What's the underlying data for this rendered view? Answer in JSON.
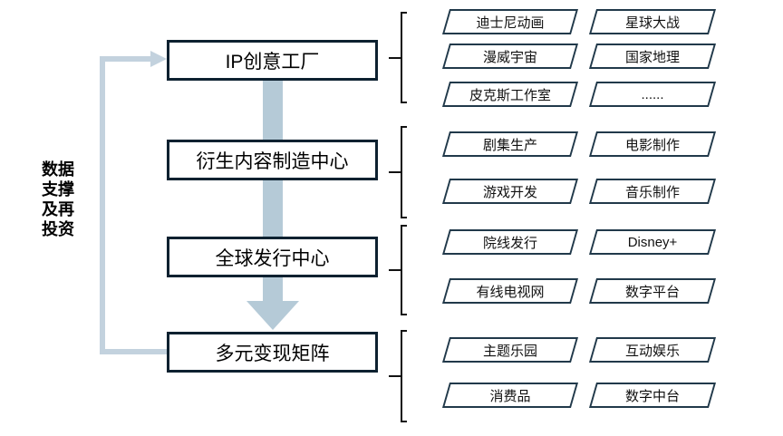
{
  "side_label": {
    "lines": [
      "数据",
      "支撑",
      "及再",
      "投资"
    ]
  },
  "stages": [
    {
      "title": "IP创意工厂",
      "items": [
        [
          "迪士尼动画",
          "星球大战"
        ],
        [
          "漫威宇宙",
          "国家地理"
        ],
        [
          "皮克斯工作室",
          "......"
        ]
      ]
    },
    {
      "title": "衍生内容制造中心",
      "items": [
        [
          "剧集生产",
          "电影制作"
        ],
        [
          "游戏开发",
          "音乐制作"
        ]
      ]
    },
    {
      "title": "全球发行中心",
      "items": [
        [
          "院线发行",
          "Disney+"
        ],
        [
          "有线电视网",
          "数字平台"
        ]
      ]
    },
    {
      "title": "多元变现矩阵",
      "items": [
        [
          "主题乐园",
          "互动娱乐"
        ],
        [
          "消费品",
          "数字中台"
        ]
      ]
    }
  ],
  "colors": {
    "flow_arrow": "#b5cad7",
    "feedback_arrow": "#c3d2de",
    "stage_box_border": "#0d2130",
    "item_border": "#21394a",
    "bracket": "#121212",
    "text": "#000000"
  }
}
